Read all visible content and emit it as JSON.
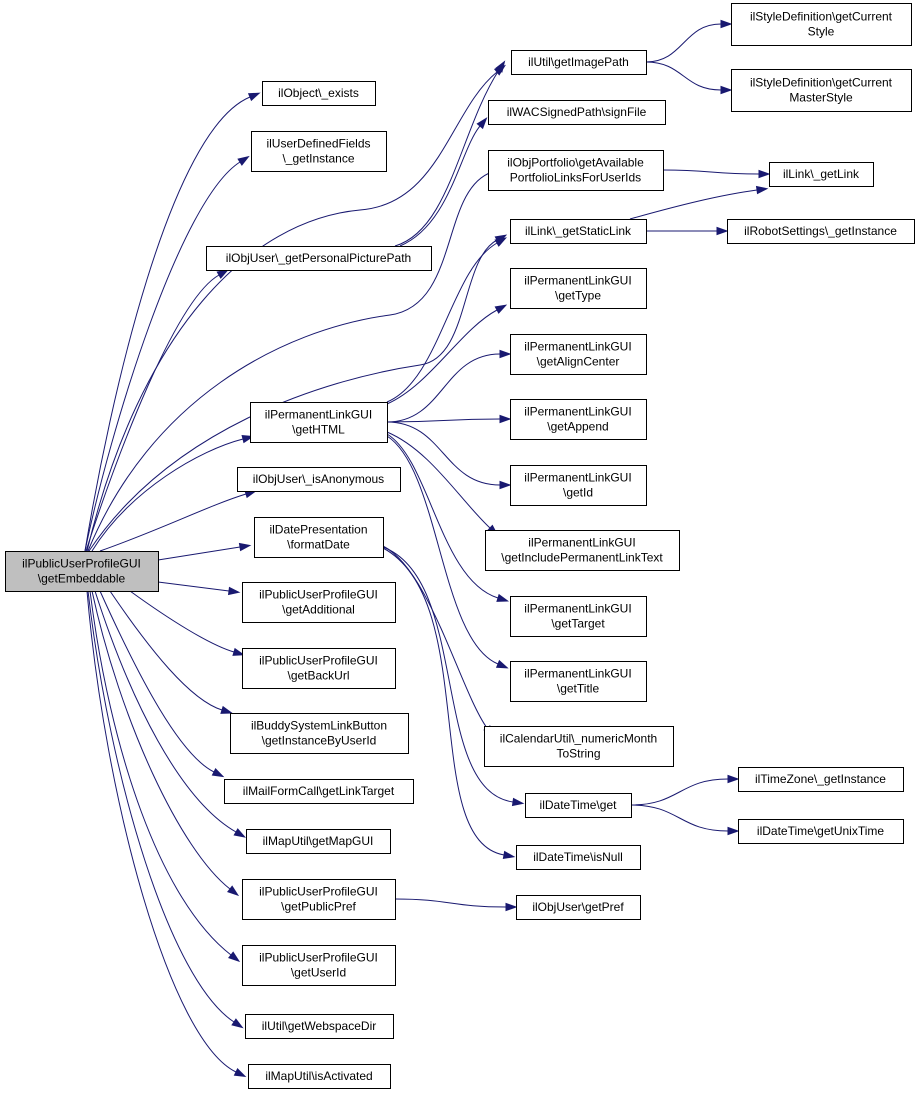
{
  "diagram": {
    "type": "call-graph",
    "colors": {
      "edge": "#191970",
      "root_fill": "#bfbfbf",
      "node_fill": "#ffffff",
      "node_border": "#000000"
    },
    "nodes": [
      {
        "id": "root",
        "lines": [
          "ilPublicUserProfileGUI",
          "\\getEmbeddable"
        ],
        "root": true
      },
      {
        "id": "obj_exists",
        "lines": [
          "ilObject\\_exists"
        ]
      },
      {
        "id": "udf_getInstance",
        "lines": [
          "ilUserDefinedFields",
          "\\_getInstance"
        ]
      },
      {
        "id": "getPersonalPicturePath",
        "lines": [
          "ilObjUser\\_getPersonalPicturePath"
        ]
      },
      {
        "id": "pl_getHTML",
        "lines": [
          "ilPermanentLinkGUI",
          "\\getHTML"
        ]
      },
      {
        "id": "isAnonymous",
        "lines": [
          "ilObjUser\\_isAnonymous"
        ]
      },
      {
        "id": "formatDate",
        "lines": [
          "ilDatePresentation",
          "\\formatDate"
        ]
      },
      {
        "id": "getAdditional",
        "lines": [
          "ilPublicUserProfileGUI",
          "\\getAdditional"
        ]
      },
      {
        "id": "getBackUrl",
        "lines": [
          "ilPublicUserProfileGUI",
          "\\getBackUrl"
        ]
      },
      {
        "id": "buddy",
        "lines": [
          "ilBuddySystemLinkButton",
          "\\getInstanceByUserId"
        ]
      },
      {
        "id": "mailForm",
        "lines": [
          "ilMailFormCall\\getLinkTarget"
        ]
      },
      {
        "id": "getMapGUI",
        "lines": [
          "ilMapUtil\\getMapGUI"
        ]
      },
      {
        "id": "getPublicPref",
        "lines": [
          "ilPublicUserProfileGUI",
          "\\getPublicPref"
        ]
      },
      {
        "id": "getUserId",
        "lines": [
          "ilPublicUserProfileGUI",
          "\\getUserId"
        ]
      },
      {
        "id": "webspace",
        "lines": [
          "ilUtil\\getWebspaceDir"
        ]
      },
      {
        "id": "isActivated",
        "lines": [
          "ilMapUtil\\isActivated"
        ]
      },
      {
        "id": "getImagePath",
        "lines": [
          "ilUtil\\getImagePath"
        ]
      },
      {
        "id": "signFile",
        "lines": [
          "ilWACSignedPath\\signFile"
        ]
      },
      {
        "id": "portfolio",
        "lines": [
          "ilObjPortfolio\\getAvailable",
          "PortfolioLinksForUserIds"
        ]
      },
      {
        "id": "getStaticLink",
        "lines": [
          "ilLink\\_getStaticLink"
        ]
      },
      {
        "id": "pl_getType",
        "lines": [
          "ilPermanentLinkGUI",
          "\\getType"
        ]
      },
      {
        "id": "pl_getAlignCenter",
        "lines": [
          "ilPermanentLinkGUI",
          "\\getAlignCenter"
        ]
      },
      {
        "id": "pl_getAppend",
        "lines": [
          "ilPermanentLinkGUI",
          "\\getAppend"
        ]
      },
      {
        "id": "pl_getId",
        "lines": [
          "ilPermanentLinkGUI",
          "\\getId"
        ]
      },
      {
        "id": "pl_getInclude",
        "lines": [
          "ilPermanentLinkGUI",
          "\\getIncludePermanentLinkText"
        ]
      },
      {
        "id": "pl_getTarget",
        "lines": [
          "ilPermanentLinkGUI",
          "\\getTarget"
        ]
      },
      {
        "id": "pl_getTitle",
        "lines": [
          "ilPermanentLinkGUI",
          "\\getTitle"
        ]
      },
      {
        "id": "numericMonth",
        "lines": [
          "ilCalendarUtil\\_numericMonth",
          "ToString"
        ]
      },
      {
        "id": "dt_get",
        "lines": [
          "ilDateTime\\get"
        ]
      },
      {
        "id": "dt_isNull",
        "lines": [
          "ilDateTime\\isNull"
        ]
      },
      {
        "id": "getPref",
        "lines": [
          "ilObjUser\\getPref"
        ]
      },
      {
        "id": "style_current",
        "lines": [
          "ilStyleDefinition\\getCurrent",
          "Style"
        ]
      },
      {
        "id": "style_master",
        "lines": [
          "ilStyleDefinition\\getCurrent",
          "MasterStyle"
        ]
      },
      {
        "id": "getLink",
        "lines": [
          "ilLink\\_getLink"
        ]
      },
      {
        "id": "robot",
        "lines": [
          "ilRobotSettings\\_getInstance"
        ]
      },
      {
        "id": "tz",
        "lines": [
          "ilTimeZone\\_getInstance"
        ]
      },
      {
        "id": "unixTime",
        "lines": [
          "ilDateTime\\getUnixTime"
        ]
      }
    ],
    "edges": [
      [
        "root",
        "obj_exists"
      ],
      [
        "root",
        "udf_getInstance"
      ],
      [
        "root",
        "getPersonalPicturePath"
      ],
      [
        "root",
        "portfolio"
      ],
      [
        "root",
        "getStaticLink"
      ],
      [
        "root",
        "pl_getHTML"
      ],
      [
        "root",
        "isAnonymous"
      ],
      [
        "root",
        "formatDate"
      ],
      [
        "root",
        "getAdditional"
      ],
      [
        "root",
        "getBackUrl"
      ],
      [
        "root",
        "buddy"
      ],
      [
        "root",
        "mailForm"
      ],
      [
        "root",
        "getMapGUI"
      ],
      [
        "root",
        "getPublicPref"
      ],
      [
        "root",
        "getUserId"
      ],
      [
        "root",
        "webspace"
      ],
      [
        "root",
        "isActivated"
      ],
      [
        "root",
        "getImagePath"
      ],
      [
        "getPersonalPicturePath",
        "getImagePath"
      ],
      [
        "getPersonalPicturePath",
        "signFile"
      ],
      [
        "getImagePath",
        "style_current"
      ],
      [
        "getImagePath",
        "style_master"
      ],
      [
        "portfolio",
        "getLink"
      ],
      [
        "getStaticLink",
        "getLink"
      ],
      [
        "getStaticLink",
        "robot"
      ],
      [
        "pl_getHTML",
        "getStaticLink"
      ],
      [
        "pl_getHTML",
        "pl_getType"
      ],
      [
        "pl_getHTML",
        "pl_getAlignCenter"
      ],
      [
        "pl_getHTML",
        "pl_getAppend"
      ],
      [
        "pl_getHTML",
        "pl_getId"
      ],
      [
        "pl_getHTML",
        "pl_getInclude"
      ],
      [
        "pl_getHTML",
        "pl_getTarget"
      ],
      [
        "pl_getHTML",
        "pl_getTitle"
      ],
      [
        "formatDate",
        "numericMonth"
      ],
      [
        "formatDate",
        "dt_get"
      ],
      [
        "formatDate",
        "dt_isNull"
      ],
      [
        "dt_get",
        "tz"
      ],
      [
        "dt_get",
        "unixTime"
      ],
      [
        "getPublicPref",
        "getPref"
      ]
    ]
  }
}
